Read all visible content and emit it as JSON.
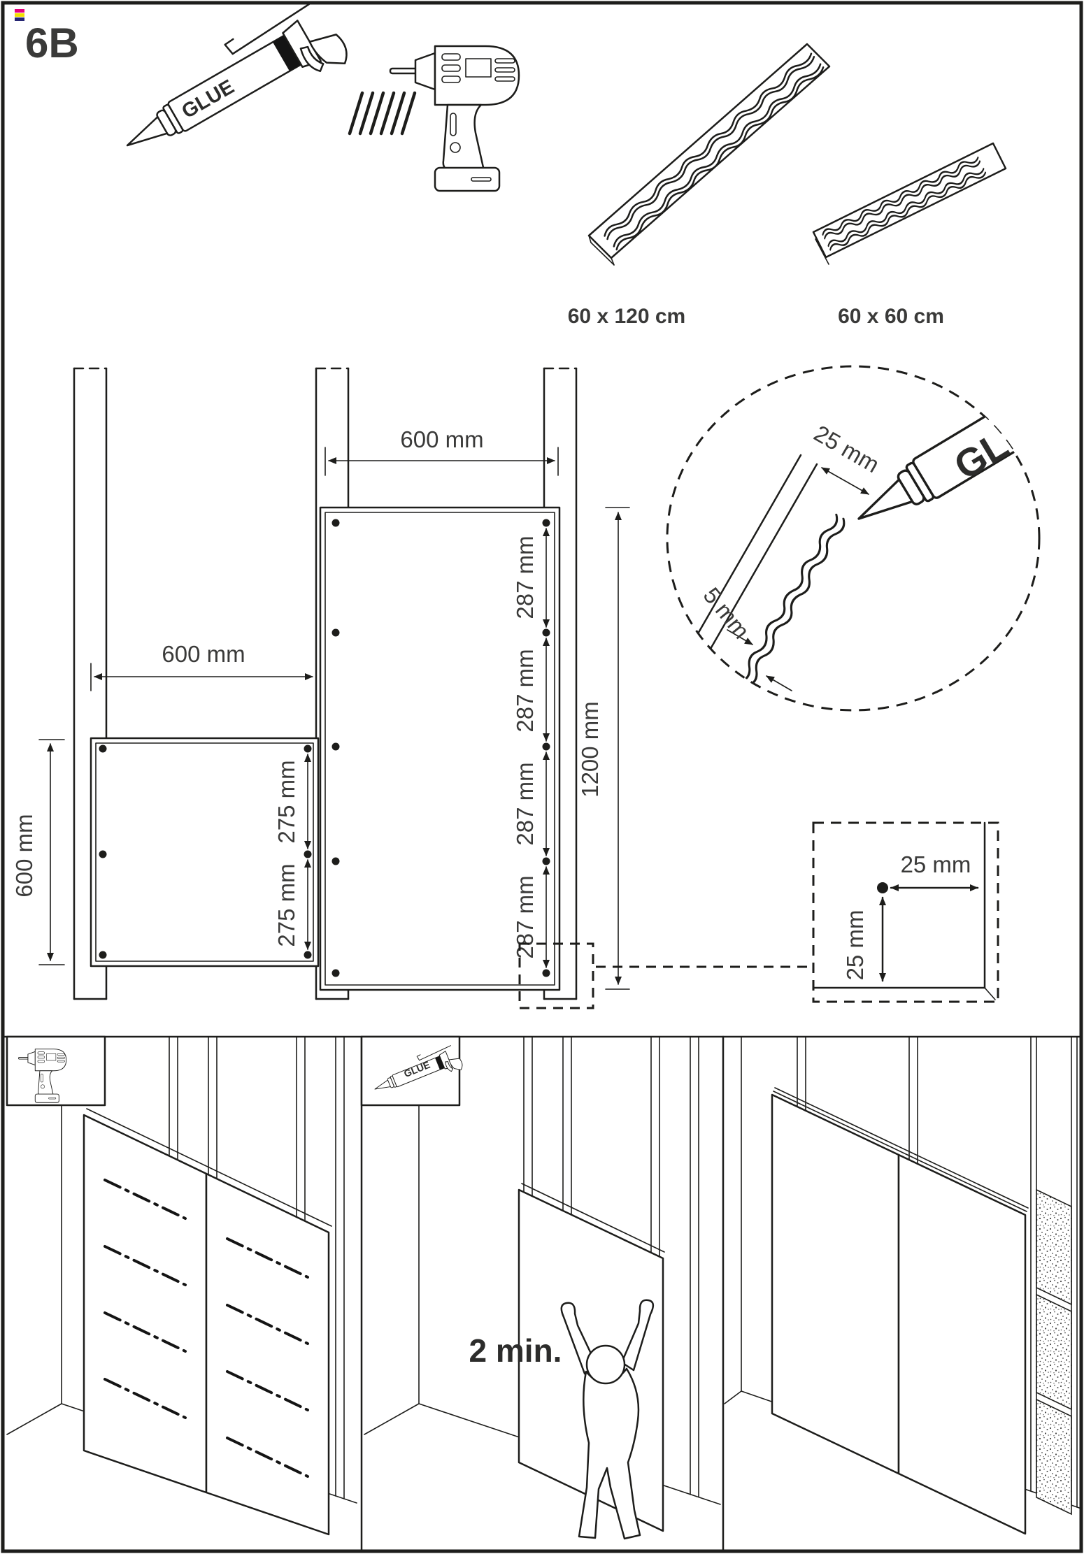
{
  "page": {
    "step_label": "6B"
  },
  "tools": {
    "glue_label": "GLUE",
    "glue_icon": "caulk-gun",
    "drill_icon": "cordless-drill"
  },
  "materials": {
    "large_label": "60 x 120 cm",
    "small_label": "60 x 60 cm"
  },
  "diagram": {
    "top_width": "600 mm",
    "small_panel_width": "600 mm",
    "small_panel_height": "600 mm",
    "large_panel_height": "1200 mm",
    "large_gaps": [
      "287 mm",
      "287 mm",
      "287 mm",
      "287 mm"
    ],
    "small_gaps": [
      "275 mm",
      "275 mm"
    ],
    "glue_detail": {
      "edge_offset": "25 mm",
      "bead_width": "5 mm",
      "cartridge_partial": "GL"
    },
    "corner_detail": {
      "horizontal_offset": "25 mm",
      "vertical_offset": "25 mm"
    }
  },
  "steps": {
    "glue_inset_label": "GLUE",
    "hold_time": "2 min."
  },
  "colors": {
    "line": "#1d1d1b",
    "reg_marks": [
      "#e5007d",
      "#f2e000",
      "#262673"
    ]
  }
}
